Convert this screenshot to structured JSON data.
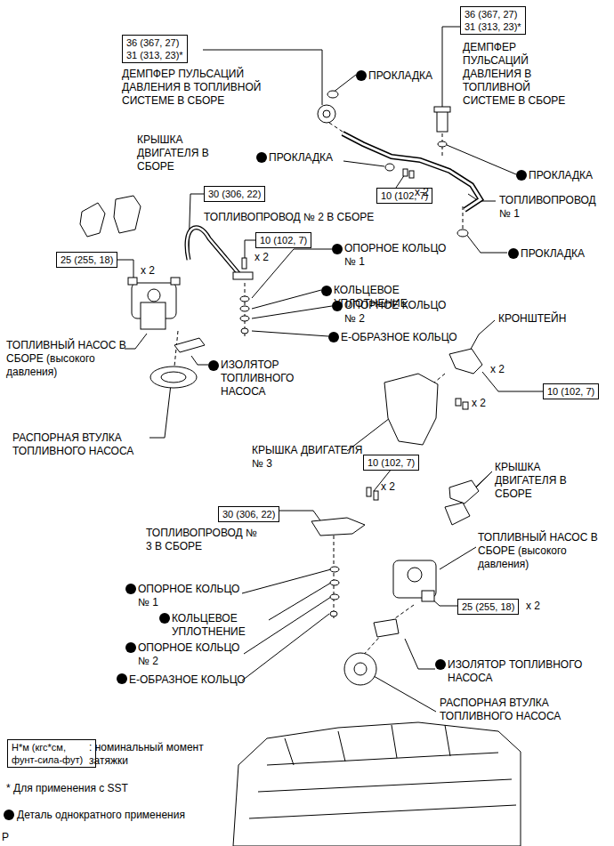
{
  "diagram": {
    "nodes": [
      {
        "text": [
          "36 (367, 27)",
          "31 (313, 23)*"
        ]
      },
      {
        "text": [
          "36 (367, 27)",
          "31 (313, 23)*"
        ]
      },
      {
        "text": [
          "10 (102, 7)"
        ]
      },
      {
        "text": [
          "30 (306, 22)"
        ]
      },
      {
        "text": [
          "10 (102, 7)"
        ]
      },
      {
        "text": [
          "25 (255, 18)"
        ]
      },
      {
        "text": [
          "10 (102, 7)"
        ]
      },
      {
        "text": [
          "10 (102, 7)"
        ]
      },
      {
        "text": [
          "30 (306, 22)"
        ]
      },
      {
        "text": [
          "25 (255, 18)"
        ]
      },
      {
        "text": [
          "Н*м (кгс*см, фунт-сила-фут)"
        ]
      }
    ],
    "labels": [
      "ДЕМПФЕР ПУЛЬСАЦИЙ ДАВЛЕНИЯ В ТОПЛИВНОЙ СИСТЕМЕ В СБОРЕ",
      "ПРОКЛАДКА",
      "ДЕМПФЕР ПУЛЬСАЦИЙ ДАВЛЕНИЯ В ТОПЛИВНОЙ СИСТЕМЕ В СБОРЕ",
      "КРЫШКА ДВИГАТЕЛЯ В СБОРЕ",
      "ПРОКЛАДКА",
      "ПРОКЛАДКА",
      "ТОПЛИВОПРОВОД № 1",
      "x 2",
      "ТОПЛИВОПРОВОД № 2 В СБОРЕ",
      "x 2",
      "ПРОКЛАДКА",
      "ОПОРНОЕ КОЛЬЦО № 1",
      "КОЛЬЦЕВОЕ УПЛОТНЕНИЕ",
      "ОПОРНОЕ КОЛЬЦО № 2",
      "Е-ОБРАЗНОЕ КОЛЬЦО",
      "x 2",
      "ТОПЛИВНЫЙ НАСОС В СБОРЕ (высокого давления)",
      "ИЗОЛЯТОР ТОПЛИВНОГО НАСОСА",
      "КРОНШТЕЙН",
      "x 2",
      "x 2",
      "РАСПОРНАЯ ВТУЛКА ТОПЛИВНОГО НАСОСА",
      "КРЫШКА ДВИГАТЕЛЯ № 3",
      "КРЫШКА ДВИГАТЕЛЯ В СБОРЕ",
      "x 2",
      "ТОПЛИВОПРОВОД № 3 В СБОРЕ",
      "ТОПЛИВНЫЙ НАСОС В СБОРЕ (высокого давления)",
      "ОПОРНОЕ КОЛЬЦО № 1",
      "x 2",
      "КОЛЬЦЕВОЕ УПЛОТНЕНИЕ",
      "ОПОРНОЕ КОЛЬЦО № 2",
      "ИЗОЛЯТОР ТОПЛИВНОГО НАСОСА",
      "Е-ОБРАЗНОЕ КОЛЬЦО",
      "РАСПОРНАЯ ВТУЛКА ТОПЛИВНОГО НАСОСА",
      "* Для применения с SST",
      "P"
    ],
    "legend": [
      {
        "text": ": номинальный момент затяжки"
      },
      {
        "text": "Деталь однократного применения"
      }
    ]
  }
}
